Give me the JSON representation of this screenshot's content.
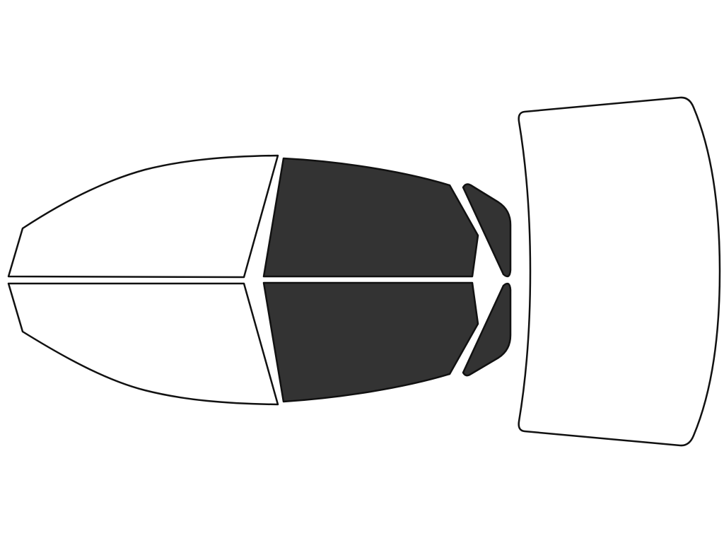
{
  "diagram": {
    "colors": {
      "outline": "#111111",
      "clear": "#ffffff",
      "tinted": "#333333",
      "background": "#ffffff"
    },
    "panes": [
      {
        "id": "front-windshield-upper-left",
        "tinted": false
      },
      {
        "id": "front-windshield-lower-left",
        "tinted": false
      },
      {
        "id": "front-door-window-upper",
        "tinted": true
      },
      {
        "id": "front-door-window-lower",
        "tinted": true
      },
      {
        "id": "rear-quarter-window-upper",
        "tinted": true
      },
      {
        "id": "rear-quarter-window-lower",
        "tinted": true
      },
      {
        "id": "rear-windshield",
        "tinted": false
      }
    ]
  }
}
